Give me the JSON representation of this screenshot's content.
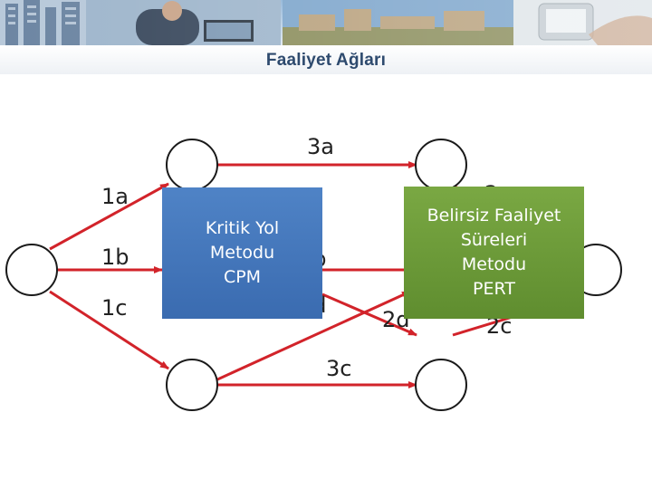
{
  "page": {
    "title": "Faaliyet Ağları"
  },
  "network": {
    "activity_labels": [
      "1a",
      "1b",
      "1c",
      "3a",
      "3b",
      "3d",
      "2a",
      "2d",
      "2c",
      "3c"
    ],
    "colors": {
      "arrow": "#d2232a",
      "node_stroke": "#1a1a1a"
    }
  },
  "callouts": {
    "cpm": {
      "lines": [
        "Kritik Yol",
        "Metodu",
        "CPM"
      ],
      "color": "#3f74b8"
    },
    "pert": {
      "lines": [
        "Belirsiz Faaliyet",
        "Süreleri",
        "Metodu",
        "PERT"
      ],
      "color": "#6a9a36"
    }
  }
}
